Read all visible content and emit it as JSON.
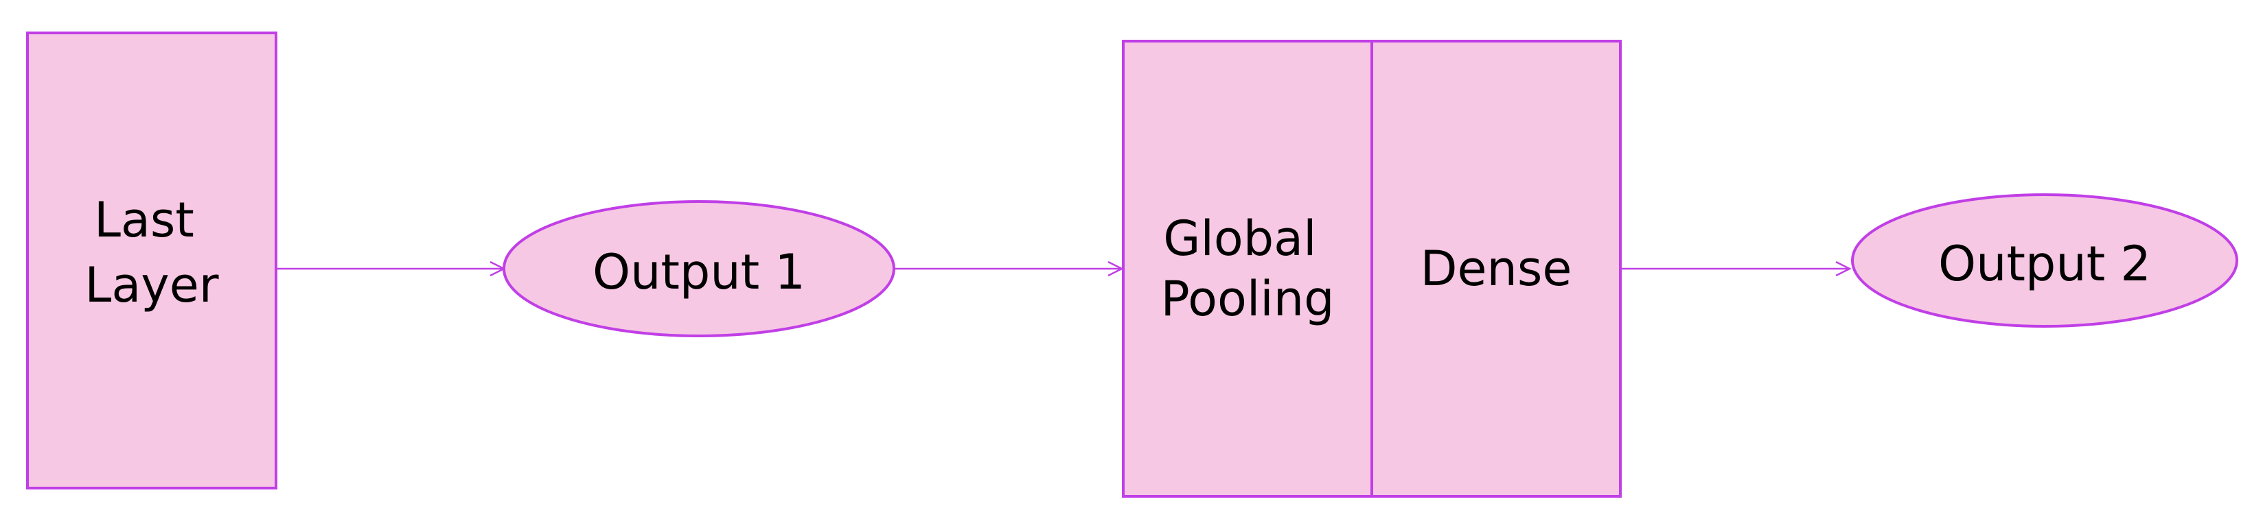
{
  "colors": {
    "fill": "#f7c8e3",
    "stroke": "#c03fe6",
    "text": "#000000"
  },
  "nodes": {
    "last_layer": {
      "lines": [
        "Last",
        "Layer"
      ]
    },
    "output_1": {
      "lines": [
        "Output 1"
      ]
    },
    "global_pooling": {
      "lines": [
        "Global",
        "Pooling"
      ]
    },
    "dense": {
      "lines": [
        "Dense"
      ]
    },
    "output_2": {
      "lines": [
        "Output 2"
      ]
    }
  },
  "edges": [
    {
      "from": "last_layer",
      "to": "output_1"
    },
    {
      "from": "output_1",
      "to": "global_pooling"
    },
    {
      "from": "dense",
      "to": "output_2"
    }
  ]
}
